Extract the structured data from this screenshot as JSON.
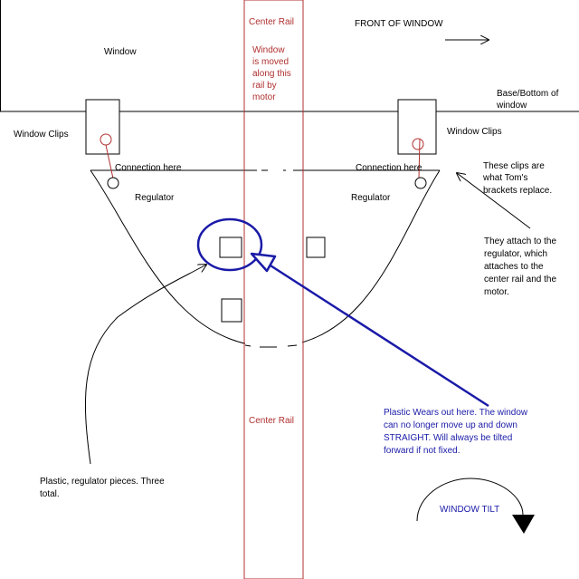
{
  "colors": {
    "line": "#000000",
    "rail": "#b03030",
    "highlight": "#1a1aa8",
    "background": "#ffffff"
  },
  "labels": {
    "window": "Window",
    "front_of_window": "FRONT OF WINDOW",
    "center_rail_top": "Center Rail",
    "rail_note": [
      "Window",
      "is moved",
      "along this",
      "rail by",
      "motor"
    ],
    "base_bottom": [
      "Base/Bottom of",
      "window"
    ],
    "window_clips_left": "Window Clips",
    "window_clips_right": "Window Clips",
    "connection_left": "Connection here",
    "connection_right": "Connection here",
    "regulator_left": "Regulator",
    "regulator_right": "Regulator",
    "clips_note": [
      "These clips are",
      "what  Tom's",
      "brackets replace."
    ],
    "attach_note": [
      "They attach to the",
      "regulator, which",
      "attaches to the",
      "center rail and the",
      "motor."
    ],
    "center_rail_bottom": "Center Rail",
    "plastic_wears": [
      "Plastic Wears out here. The window",
      "can no longer move up and down",
      "STRAIGHT. Will always be tilted",
      "forward if not fixed."
    ],
    "plastic_pieces": [
      "Plastic, regulator pieces. Three",
      "total."
    ],
    "window_tilt": "WINDOW TILT"
  }
}
